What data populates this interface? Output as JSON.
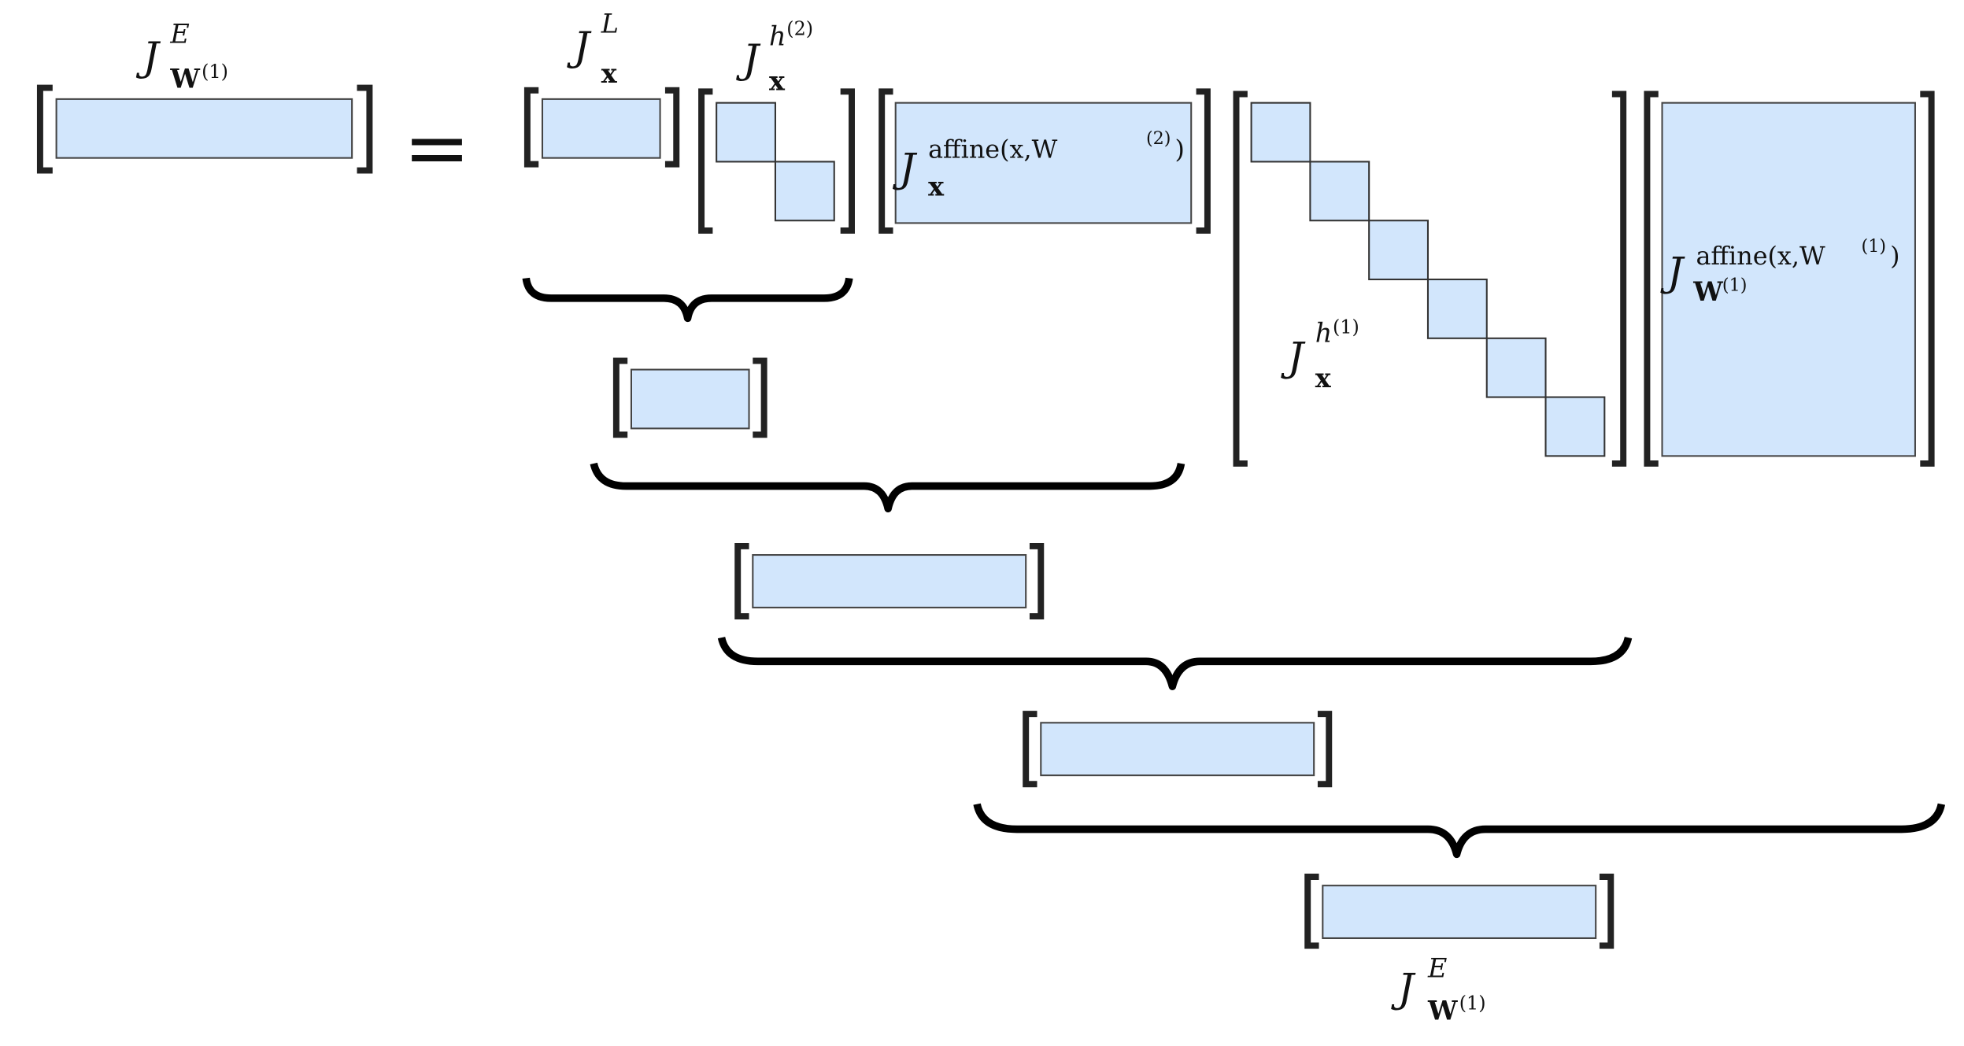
{
  "diagram": {
    "title": "Jacobian chain rule product for a two-layer network",
    "equals_sign": "=",
    "labels": {
      "lhs": {
        "base": "J",
        "sup": "E",
        "sub": "W",
        "sub_sup": "(1)"
      },
      "jl": {
        "base": "J",
        "sup": "L",
        "sub": "x"
      },
      "jh2": {
        "base": "J",
        "sup": "h",
        "sup_sup": "(2)",
        "sub": "x"
      },
      "jaff2": {
        "base": "J",
        "sup": "affine(x,W",
        "sup_sup": "(2)",
        "sup_close": ")",
        "sub": "x"
      },
      "jh1": {
        "base": "J",
        "sup": "h",
        "sup_sup": "(1)",
        "sub": "x"
      },
      "jaff1": {
        "base": "J",
        "sup": "affine(x,W",
        "sup_sup": "(1)",
        "sup_close": ")",
        "sub": "W",
        "sub_sup": "(1)"
      },
      "result": {
        "base": "J",
        "sup": "E",
        "sub": "W",
        "sub_sup": "(1)"
      }
    },
    "fill_color": "#d2e6fc",
    "stroke_color": "#333333",
    "diag_blocks_h2": 2,
    "diag_blocks_h1": 6,
    "intermediate_products": 4
  }
}
